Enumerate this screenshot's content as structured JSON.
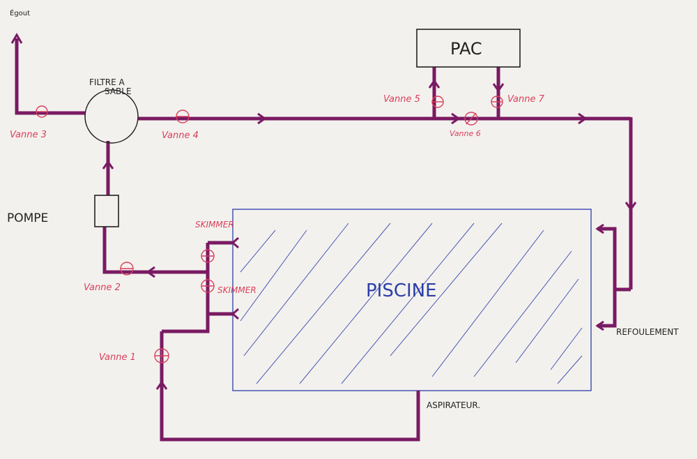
{
  "labels": {
    "egout": "Égout",
    "filtre_line1": "FILTRE A",
    "filtre_line2": "SABLE",
    "pac": "PAC",
    "pompe": "POMPE",
    "piscine": "PISCINE",
    "skimmer_1": "SKIMMER",
    "skimmer_2": "SKIMMER",
    "refoulement": "REFOULEMENT",
    "aspirateur": "ASPIRATEUR.",
    "vanne_1": "Vanne 1",
    "vanne_2": "Vanne 2",
    "vanne_3": "Vanne 3",
    "vanne_4": "Vanne 4",
    "vanne_5": "Vanne 5",
    "vanne_6": "Vanne 6",
    "vanne_7": "Vanne 7"
  },
  "colors": {
    "pipe": "#7a1a63",
    "valve": "#d8405a",
    "pool": "#2b3ea8",
    "ink": "#222222"
  }
}
